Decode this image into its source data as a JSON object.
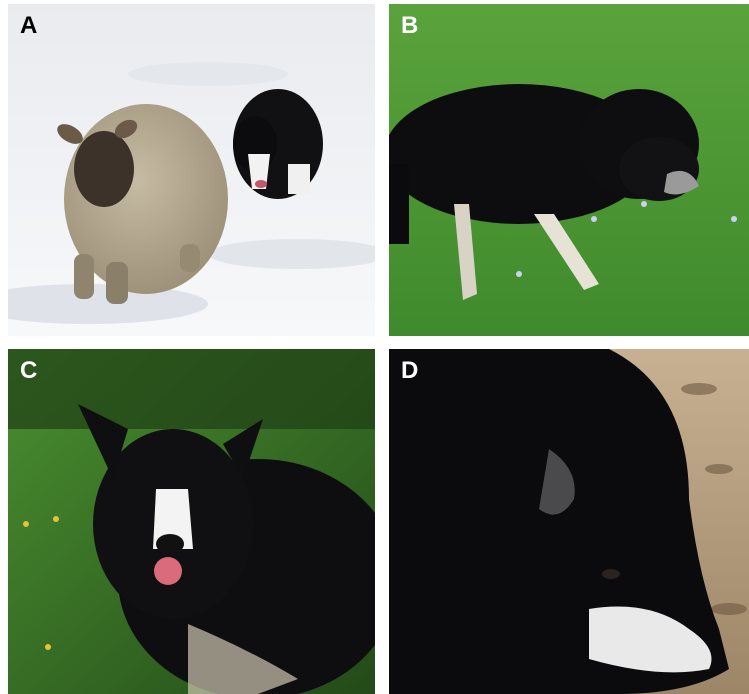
{
  "panels": [
    {
      "label": "A",
      "label_color": "#000000",
      "scene": "sheep-and-border-collie-in-snow"
    },
    {
      "label": "B",
      "label_color": "#ffffff",
      "scene": "border-collie-walking-on-grass"
    },
    {
      "label": "C",
      "label_color": "#ffffff",
      "scene": "border-collie-lying-in-grass"
    },
    {
      "label": "D",
      "label_color": "#ffffff",
      "scene": "border-collie-head-closeup"
    }
  ],
  "colors": {
    "snow": "#f2f3f5",
    "grass": "#4f9a36",
    "dark_grass": "#264e1c",
    "dog_black": "#0e0e10",
    "sheep_wool": "#b7ab93",
    "ground_leaves": "#b59c7c"
  }
}
